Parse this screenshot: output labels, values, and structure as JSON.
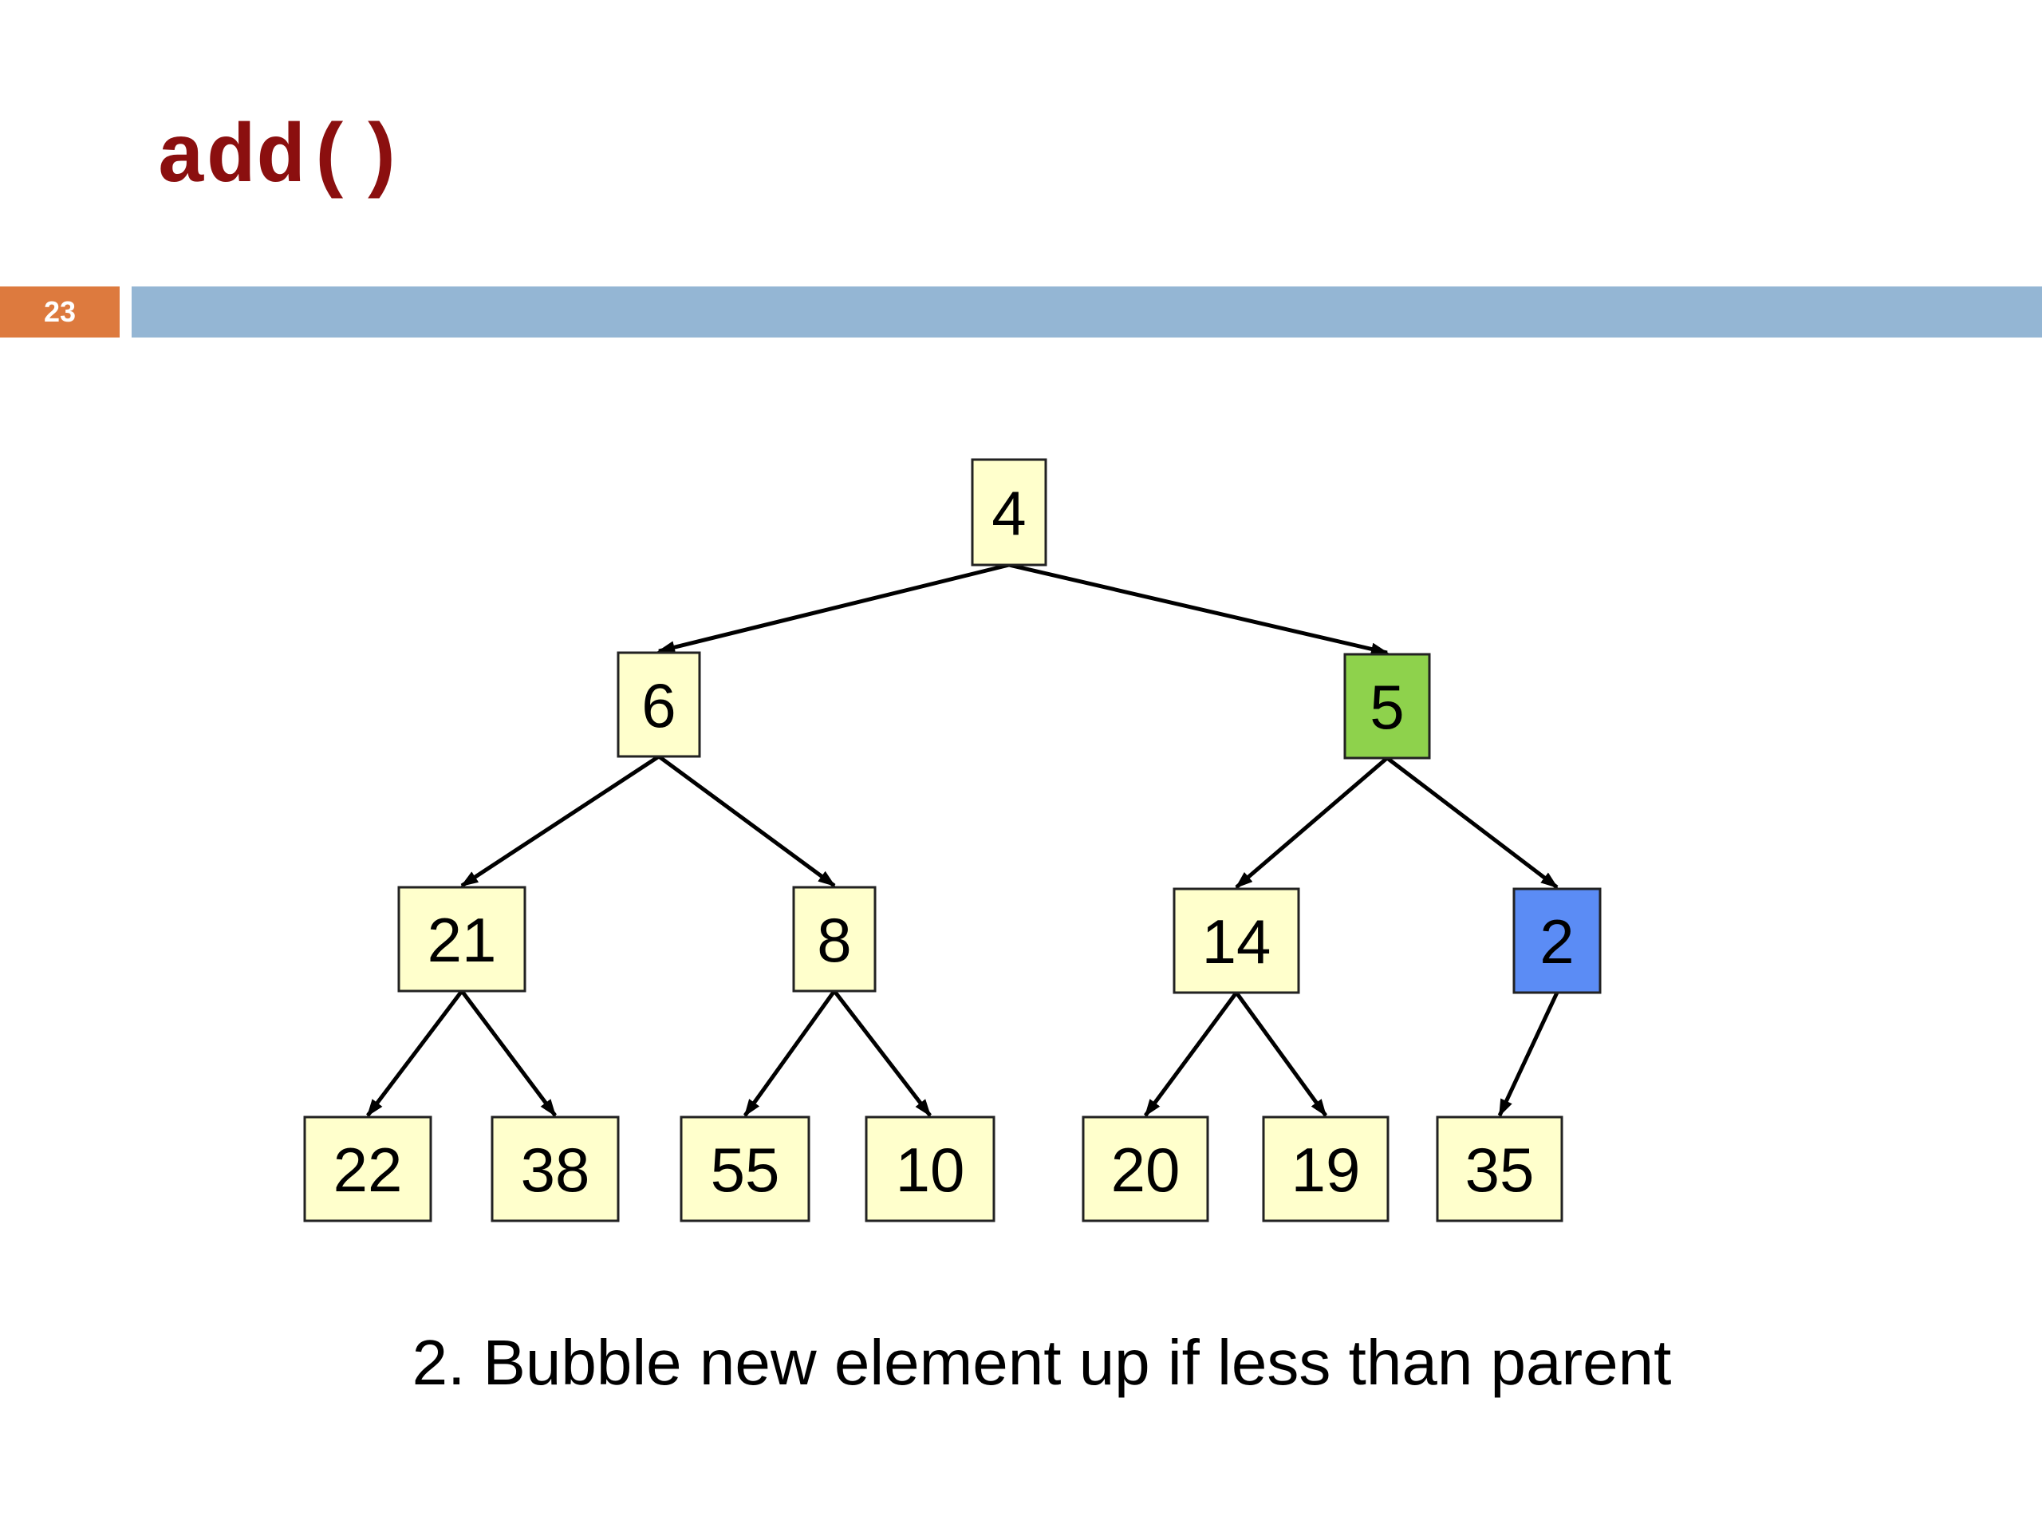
{
  "slide": {
    "title": "add()",
    "number": "23",
    "caption": "2. Bubble new element up if less than parent"
  },
  "colors": {
    "title": "#8b0f0f",
    "slide_number_bg": "#dd7a3e",
    "header_bar": "#94b6d4",
    "node_default": "#ffffcc",
    "node_parent": "#8ed24c",
    "node_new": "#5b8cf5",
    "edge": "#000000"
  },
  "tree": {
    "nodes": [
      {
        "id": "n4",
        "label": "4",
        "state": "default"
      },
      {
        "id": "n6",
        "label": "6",
        "state": "default"
      },
      {
        "id": "n5",
        "label": "5",
        "state": "parent"
      },
      {
        "id": "n21",
        "label": "21",
        "state": "default"
      },
      {
        "id": "n8",
        "label": "8",
        "state": "default"
      },
      {
        "id": "n14",
        "label": "14",
        "state": "default"
      },
      {
        "id": "n2",
        "label": "2",
        "state": "new"
      },
      {
        "id": "n22",
        "label": "22",
        "state": "default"
      },
      {
        "id": "n38",
        "label": "38",
        "state": "default"
      },
      {
        "id": "n55",
        "label": "55",
        "state": "default"
      },
      {
        "id": "n10",
        "label": "10",
        "state": "default"
      },
      {
        "id": "n20",
        "label": "20",
        "state": "default"
      },
      {
        "id": "n19",
        "label": "19",
        "state": "default"
      },
      {
        "id": "n35",
        "label": "35",
        "state": "default"
      }
    ],
    "edges": [
      {
        "from": "n4",
        "to": "n6"
      },
      {
        "from": "n4",
        "to": "n5"
      },
      {
        "from": "n6",
        "to": "n21"
      },
      {
        "from": "n6",
        "to": "n8"
      },
      {
        "from": "n5",
        "to": "n14"
      },
      {
        "from": "n5",
        "to": "n2"
      },
      {
        "from": "n21",
        "to": "n22"
      },
      {
        "from": "n21",
        "to": "n38"
      },
      {
        "from": "n8",
        "to": "n55"
      },
      {
        "from": "n8",
        "to": "n10"
      },
      {
        "from": "n14",
        "to": "n20"
      },
      {
        "from": "n14",
        "to": "n19"
      },
      {
        "from": "n2",
        "to": "n35"
      }
    ]
  }
}
